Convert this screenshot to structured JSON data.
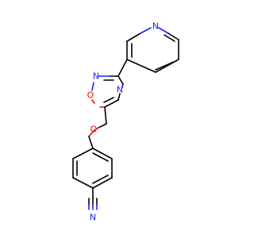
{
  "atom_labels": {
    "pyridine_n": "N",
    "oxadiazole_n_top": "N",
    "oxadiazole_o": "O",
    "oxadiazole_n_right": "N",
    "ether_o": "O",
    "nitrile_n": "N"
  },
  "colors": {
    "bond": "#000000",
    "nitrogen": "#2020ff",
    "oxygen": "#ff0000",
    "background": "#ffffff"
  }
}
